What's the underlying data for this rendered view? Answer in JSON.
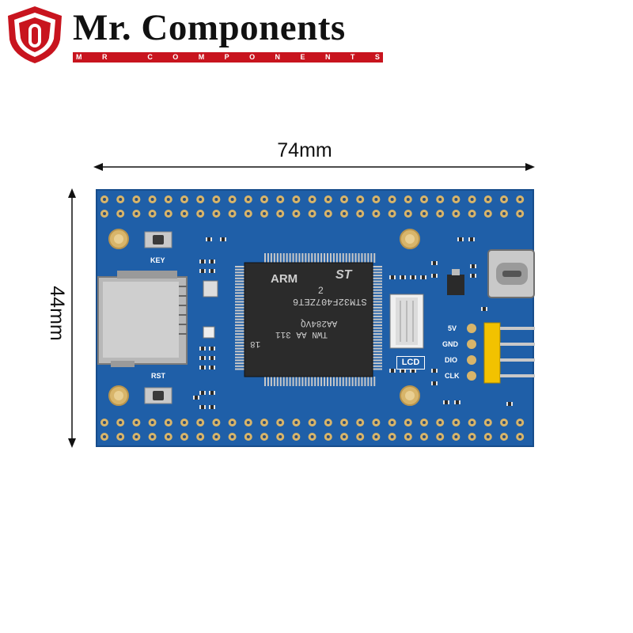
{
  "brand": {
    "name": "Mr. Components",
    "tagline": [
      "M",
      "R",
      "C",
      "O",
      "M",
      "P",
      "O",
      "N",
      "E",
      "N",
      "T",
      "S"
    ],
    "logo_icon": "shield-logo-icon",
    "brand_color": "#c8141e"
  },
  "dimensions": {
    "width_label": "74mm",
    "height_label": "44mm"
  },
  "board": {
    "pcb_color": "#1f5fa8",
    "silkscreen": {
      "key": "KEY",
      "rst": "RST",
      "lcd": "LCD",
      "pin_5v": "5V",
      "pin_gnd": "GND",
      "pin_dio": "DIO",
      "pin_clk": "CLK"
    },
    "chip": {
      "line1": "STM32F407ZET6",
      "line2": "AA284VQ",
      "line3": "TWN AA 311",
      "line4": "18",
      "arm": "ARM",
      "digit": "2"
    }
  }
}
